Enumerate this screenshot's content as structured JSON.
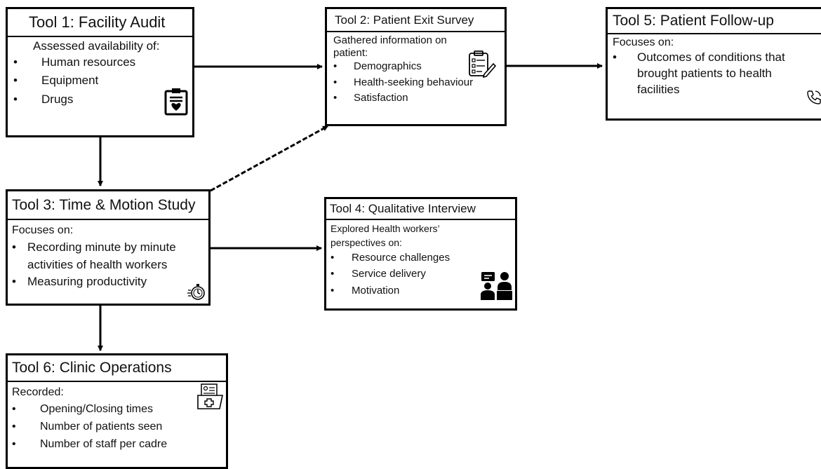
{
  "tool1": {
    "title": "Tool 1: Facility Audit",
    "intro": "Assessed availability of:",
    "items": [
      "Human resources",
      "Equipment",
      "Drugs"
    ],
    "icon": "clipboard-heart-icon"
  },
  "tool2": {
    "title": "Tool 2: Patient Exit Survey",
    "intro_line1": "Gathered information on",
    "intro_line2": "patient:",
    "items": [
      "Demographics",
      "Health-seeking behaviour",
      "Satisfaction"
    ],
    "icon": "checklist-pencil-icon"
  },
  "tool3": {
    "title": "Tool 3: Time & Motion Study",
    "intro": "Focuses on:",
    "item1_line1": "Recording minute by minute",
    "item1_line2": "activities of health workers",
    "item2": "Measuring productivity",
    "icon": "stopwatch-icon"
  },
  "tool4": {
    "title": "Tool 4: Qualitative Interview",
    "intro_line1": "Explored Health workers’",
    "intro_line2": "perspectives on:",
    "items": [
      "Resource challenges",
      "Service delivery",
      "Motivation"
    ],
    "icon": "interview-icon"
  },
  "tool5": {
    "title": "Tool 5: Patient Follow-up",
    "intro": "Focuses on:",
    "item_line1": "Outcomes of conditions that",
    "item_line2": "brought patients to health",
    "item_line3": "facilities",
    "icon": "phone-icon"
  },
  "tool6": {
    "title": "Tool 6: Clinic Operations",
    "intro": "Recorded:",
    "items": [
      "Opening/Closing times",
      "Number of patients seen",
      "Number of staff per cadre"
    ],
    "icon": "medical-folder-icon"
  }
}
